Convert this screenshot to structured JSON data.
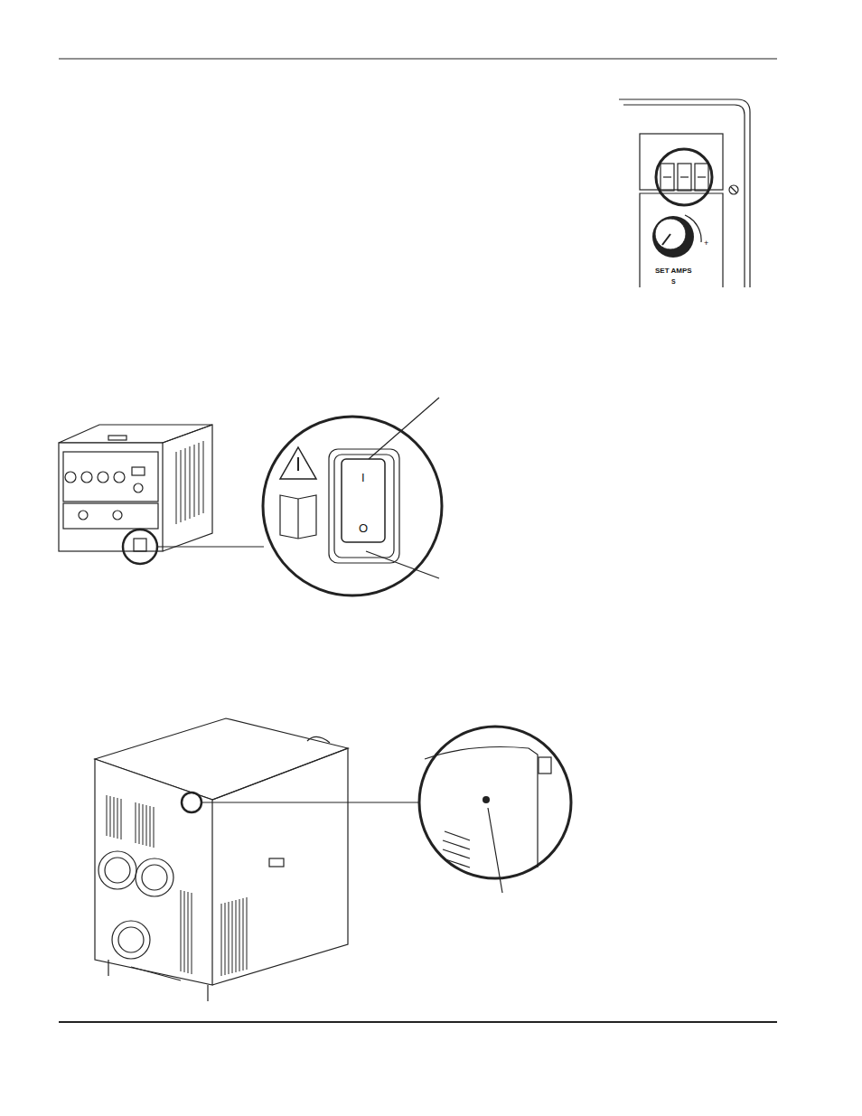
{
  "diagram": {
    "labels": [
      "SET AMPS",
      "S",
      "+",
      "I",
      "O"
    ]
  }
}
